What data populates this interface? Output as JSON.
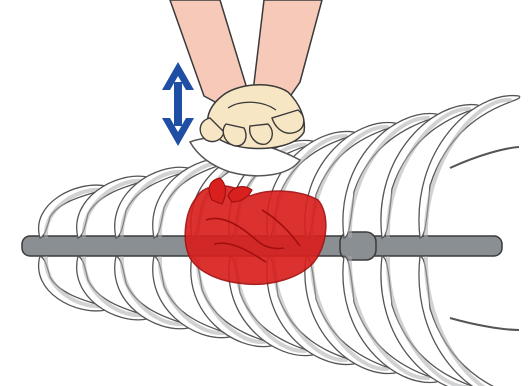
{
  "colors": {
    "background": "#ffffff",
    "arm_skin": "#f6c9b8",
    "hand_skin": "#f7e6c4",
    "outline": "#3a3a3a",
    "bone_fill": "#ffffff",
    "bone_stroke": "#555555",
    "spine_fill": "#8a8f93",
    "rib_shadow": "#a9adb0",
    "heart_red": "#d8201e",
    "heart_dark": "#a30f10",
    "arrow_blue": "#1f4fa5"
  },
  "icons": {
    "compression_arrow": "double-arrow-vertical",
    "hands": "interlocked-hands",
    "heart": "heart",
    "ribcage": "ribcage"
  }
}
